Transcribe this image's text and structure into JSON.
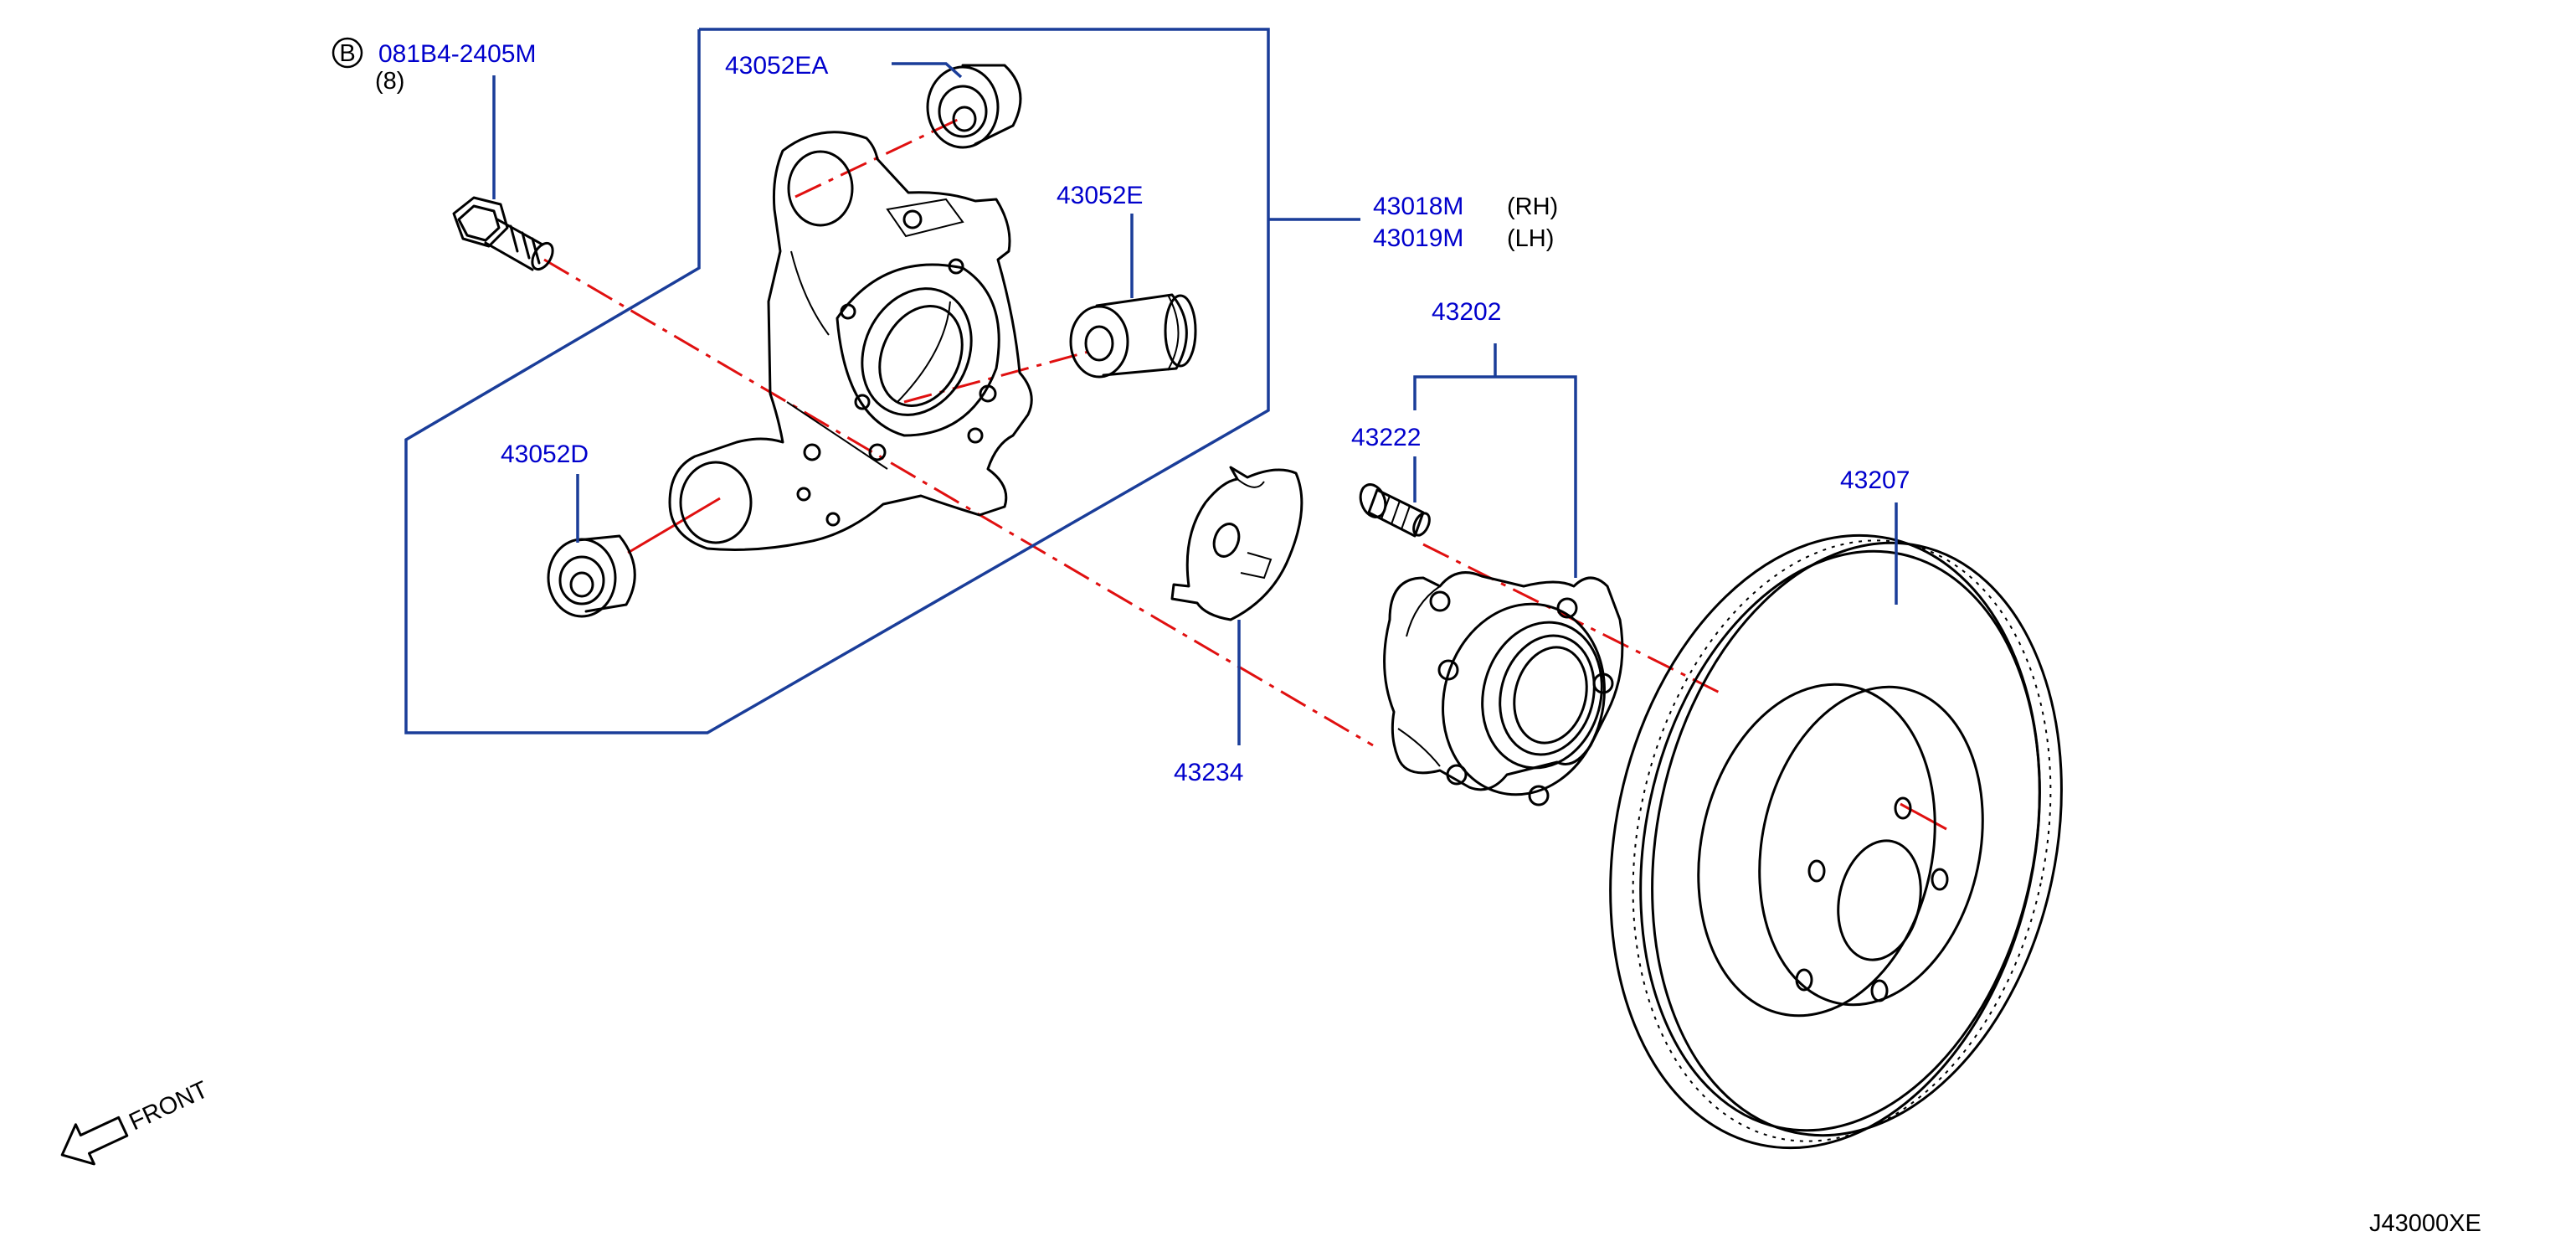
{
  "callouts": {
    "bolt": {
      "badge": "B",
      "part_no": "081B4-2405M",
      "qty": "(8)"
    },
    "bushing_ea": "43052EA",
    "bushing_e": "43052E",
    "bushing_d": "43052D",
    "knuckle_rh": {
      "part_no": "43018M",
      "side": "(RH)"
    },
    "knuckle_lh": {
      "part_no": "43019M",
      "side": "(LH)"
    },
    "hub_assy": "43202",
    "hub_bolt": "43222",
    "baffle": "43234",
    "rotor": "43207"
  },
  "front_label": "FRONT",
  "diagram_code": "J43000XE",
  "colors": {
    "part_number": "#0000cc",
    "leader_line": "#1a3d99",
    "center_line": "#e01010",
    "outline": "#000000"
  }
}
